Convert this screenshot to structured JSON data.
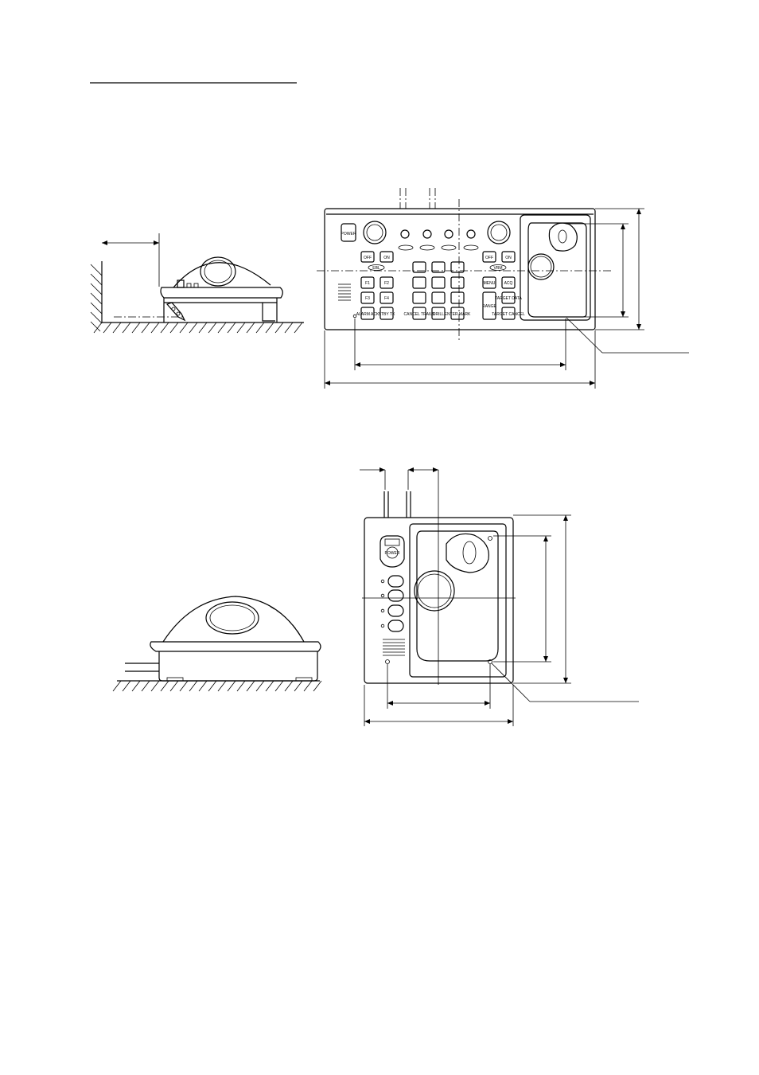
{
  "colors": {
    "ink": "#000000",
    "paper": "#ffffff"
  },
  "keyboard_keys": {
    "power": "POWER",
    "off_left": "OFF",
    "on_left": "ON",
    "off_right": "OFF",
    "on_right": "ON",
    "ebl": "EBL",
    "vrm": "VRM",
    "f1": "F1",
    "f2": "F2",
    "f3": "F3",
    "f4": "F4",
    "alarm_ack": "ALARM ACK",
    "stby_tx": "STBY TX",
    "menu": "MENU",
    "acq": "ACQ",
    "range": "RANGE",
    "target_data": "TARGET DATA",
    "target_cancel": "TARGET CANCEL",
    "drill": "DRILL",
    "cancel_trails": "CANCEL TRAILS",
    "enter_mark": "ENTER MARK"
  },
  "trackball_keys": {
    "power": "POWER"
  }
}
